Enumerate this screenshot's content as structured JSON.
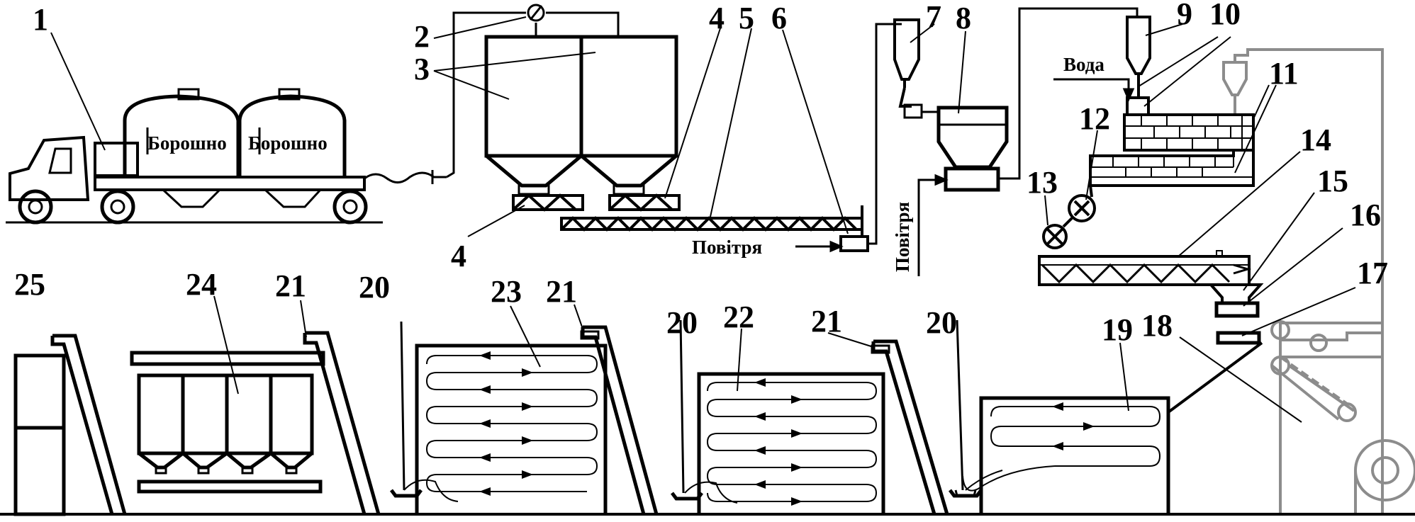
{
  "callouts": [
    "1",
    "2",
    "3",
    "4",
    "4",
    "5",
    "6",
    "7",
    "8",
    "9",
    "10",
    "11",
    "12",
    "13",
    "14",
    "15",
    "16",
    "17",
    "18",
    "19",
    "20",
    "20",
    "20",
    "21",
    "21",
    "21",
    "22",
    "23",
    "24",
    "25"
  ],
  "labels": {
    "flour_left": "Борошно",
    "flour_right": "Борошно",
    "air_bottom": "Повітря",
    "air_vertical": "Повітря",
    "water": "Вода"
  },
  "colors": {
    "line": "#000000",
    "gray": "#8c8c8c",
    "background": "#ffffff"
  }
}
